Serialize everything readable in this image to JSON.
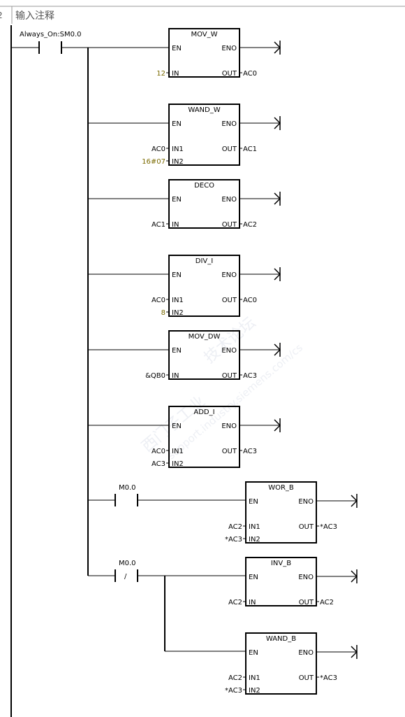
{
  "network": {
    "number": "2",
    "comment": "输入注释"
  },
  "contacts": {
    "sm": {
      "label": "Always_On:SM0.0",
      "type": "NO"
    },
    "m1": {
      "label": "M0.0",
      "type": "NO"
    },
    "m2": {
      "label": "M0.0",
      "type": "NOT",
      "symbol": "/"
    }
  },
  "boxes": [
    {
      "title": "MOV_W",
      "en": "EN",
      "eno": "ENO",
      "inputs": [
        {
          "pin": "IN",
          "operand": "12"
        }
      ],
      "outputs": [
        {
          "pin": "OUT",
          "operand": "AC0"
        }
      ]
    },
    {
      "title": "WAND_W",
      "en": "EN",
      "eno": "ENO",
      "inputs": [
        {
          "pin": "IN1",
          "operand": "AC0"
        },
        {
          "pin": "IN2",
          "operand": "16#07"
        }
      ],
      "outputs": [
        {
          "pin": "OUT",
          "operand": "AC1"
        }
      ]
    },
    {
      "title": "DECO",
      "en": "EN",
      "eno": "ENO",
      "inputs": [
        {
          "pin": "IN",
          "operand": "AC1"
        }
      ],
      "outputs": [
        {
          "pin": "OUT",
          "operand": "AC2"
        }
      ]
    },
    {
      "title": "DIV_I",
      "en": "EN",
      "eno": "ENO",
      "inputs": [
        {
          "pin": "IN1",
          "operand": "AC0"
        },
        {
          "pin": "IN2",
          "operand": "8"
        }
      ],
      "outputs": [
        {
          "pin": "OUT",
          "operand": "AC0"
        }
      ]
    },
    {
      "title": "MOV_DW",
      "en": "EN",
      "eno": "ENO",
      "inputs": [
        {
          "pin": "IN",
          "operand": "&QB0"
        }
      ],
      "outputs": [
        {
          "pin": "OUT",
          "operand": "AC3"
        }
      ]
    },
    {
      "title": "ADD_I",
      "en": "EN",
      "eno": "ENO",
      "inputs": [
        {
          "pin": "IN1",
          "operand": "AC0"
        },
        {
          "pin": "IN2",
          "operand": "AC3"
        }
      ],
      "outputs": [
        {
          "pin": "OUT",
          "operand": "AC3"
        }
      ]
    },
    {
      "title": "WOR_B",
      "en": "EN",
      "eno": "ENO",
      "inputs": [
        {
          "pin": "IN1",
          "operand": "AC2"
        },
        {
          "pin": "IN2",
          "operand": "*AC3"
        }
      ],
      "outputs": [
        {
          "pin": "OUT",
          "operand": "*AC3"
        }
      ]
    },
    {
      "title": "INV_B",
      "en": "EN",
      "eno": "ENO",
      "inputs": [
        {
          "pin": "IN",
          "operand": "AC2"
        }
      ],
      "outputs": [
        {
          "pin": "OUT",
          "operand": "AC2"
        }
      ]
    },
    {
      "title": "WAND_B",
      "en": "EN",
      "eno": "ENO",
      "inputs": [
        {
          "pin": "IN1",
          "operand": "AC2"
        },
        {
          "pin": "IN2",
          "operand": "*AC3"
        }
      ],
      "outputs": [
        {
          "pin": "OUT",
          "operand": "*AC3"
        }
      ]
    }
  ],
  "watermark": {
    "brand": "西门子工业",
    "forum": "技术论坛",
    "url": "support.industry.siemens.com/cs"
  },
  "colors": {
    "line": "#000000",
    "constant": "#7a6a00",
    "comment": "#555555"
  }
}
